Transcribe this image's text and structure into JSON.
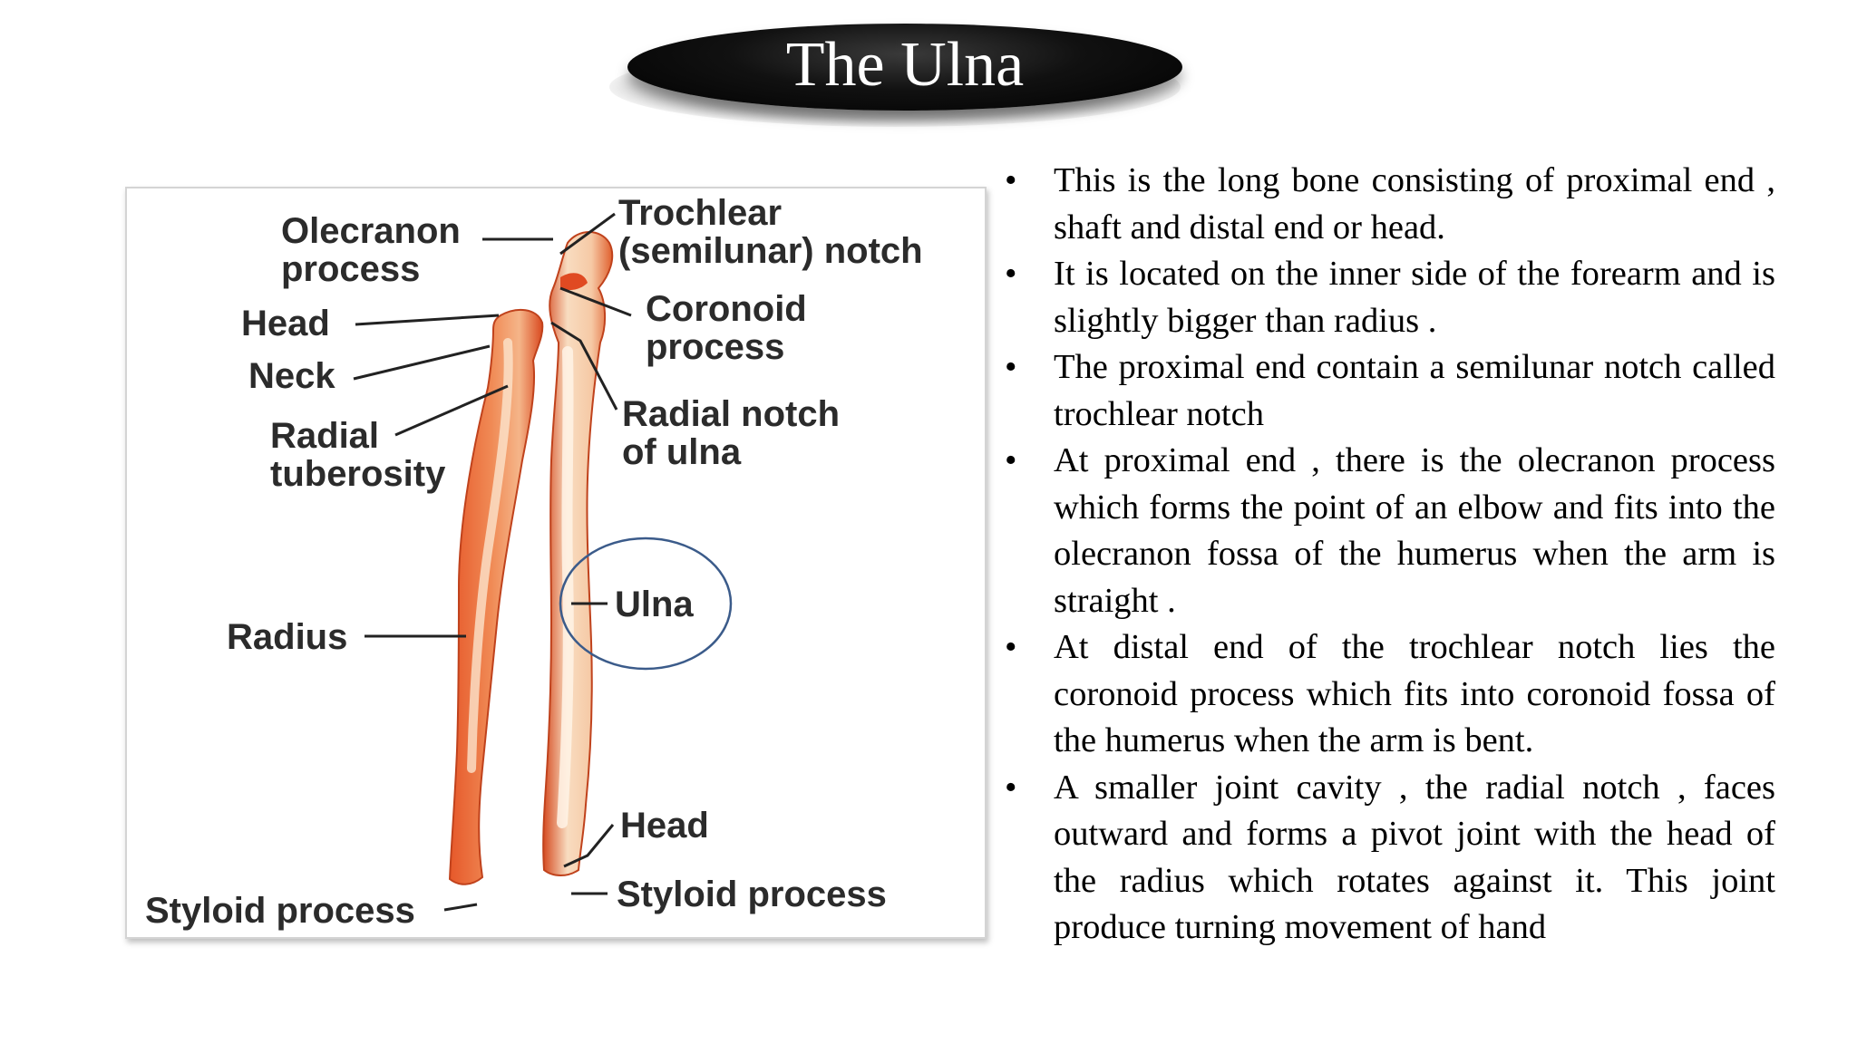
{
  "slide": {
    "title": "The Ulna"
  },
  "figure": {
    "labels": {
      "olecranon_1": "Olecranon",
      "olecranon_2": "process",
      "trochlear_1": "Trochlear",
      "trochlear_2": "(semilunar) notch",
      "head_top": "Head",
      "coronoid_1": "Coronoid",
      "coronoid_2": "process",
      "neck": "Neck",
      "radial_notch_1": "Radial notch",
      "radial_notch_2": "of ulna",
      "radial_tub_1": "Radial",
      "radial_tub_2": "tuberosity",
      "ulna": "Ulna",
      "radius": "Radius",
      "head_bottom": "Head",
      "styloid_left": "Styloid process",
      "styloid_right": "Styloid process"
    },
    "colors": {
      "bone_dark": "#d9481f",
      "bone_mid": "#ef7a45",
      "bone_light": "#f7d2b2",
      "highlight_circle": "#3b5b8a"
    }
  },
  "bullets": [
    "This is the long bone consisting of proximal end , shaft and distal end or head.",
    "It is located on the inner side of the forearm and is slightly bigger than radius .",
    "The proximal end contain a semilunar notch called trochlear notch",
    "At proximal end , there is the olecranon process which forms the  point of an elbow and fits into the olecranon fossa of the humerus when the arm is straight .",
    "At distal end of the trochlear notch lies the coronoid process which fits into coronoid fossa of the humerus when the arm is bent.",
    "A smaller joint cavity , the radial notch , faces outward and forms a pivot joint with the head of the radius which rotates against it. This joint produce turning movement of hand"
  ],
  "bullet_symbol": "•"
}
